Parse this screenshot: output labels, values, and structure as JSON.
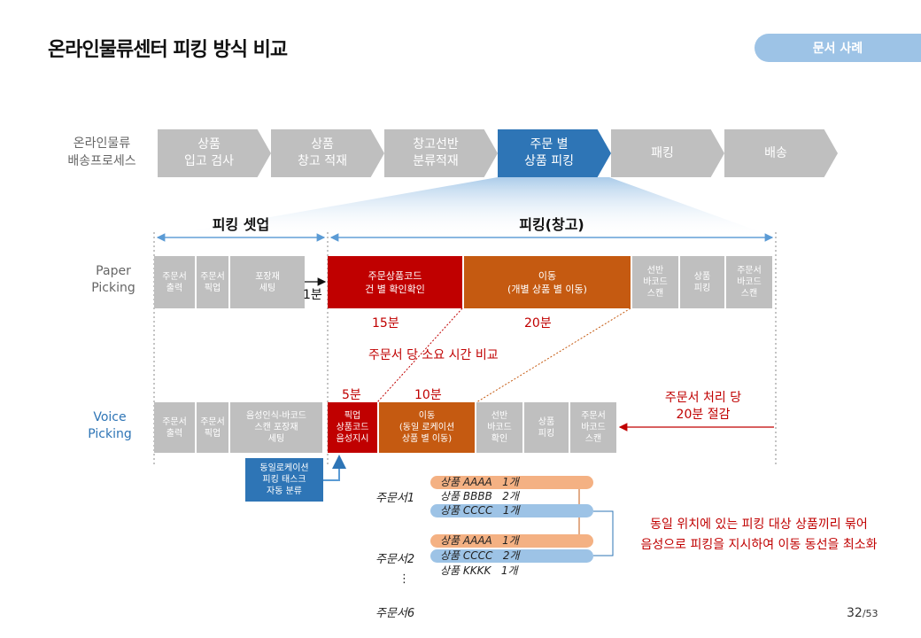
{
  "title": "온라인물류센터 피킹 방식 비교",
  "badge": "문서 사례",
  "process": {
    "label": "온라인물류\n배송프로세스",
    "steps": [
      {
        "label": "상품\n입고 검사"
      },
      {
        "label": "상품\n창고 적재"
      },
      {
        "label": "창고선반\n분류적재"
      },
      {
        "label": "주문 별\n상품 피킹"
      },
      {
        "label": "패킹"
      },
      {
        "label": "배송"
      }
    ]
  },
  "sections": {
    "setup": "피킹 셋업",
    "picking": "피킹(창고)"
  },
  "paper": {
    "label": "Paper\nPicking",
    "boxes": [
      "주문서\n출력",
      "주문서\n픽업",
      "포장재\n세팅",
      "주문상품코드\n건 별 확인확인",
      "이동\n(개별 상품 별 이동)",
      "선반\n바코드\n스캔",
      "상품\n피킹",
      "주문서\n바코드\n스캔"
    ],
    "gap_label": "1분",
    "time1": "15분",
    "time2": "20분"
  },
  "compare_label": "주문서 당 소요 시간 비교",
  "voice": {
    "label": "Voice\nPicking",
    "boxes": [
      "주문서\n출력",
      "주문서\n픽업",
      "음성인식-바코드\n스캔 포장재\n세팅",
      "픽업\n상품코드\n음성지시",
      "이동\n(동일 로케이션\n상품 별 이동)",
      "선반\n바코드\n확인",
      "상품\n피킹",
      "주문서\n바코드\n스캔"
    ],
    "time1": "5분",
    "time2": "10분",
    "saving": "주문서 처리 당\n20분 절감",
    "sort_box": "동일로케이션\n피킹 태스크\n자동 분류"
  },
  "orders": [
    {
      "name": "주문서1",
      "items": [
        {
          "text": "상품 AAAA   1개",
          "color": "#f4b183"
        },
        {
          "text": "상품 BBBB   2개",
          "color": ""
        },
        {
          "text": "상품 CCCC   1개",
          "color": "#9dc3e6"
        }
      ]
    },
    {
      "name": "주문서2",
      "items": [
        {
          "text": "상품 AAAA   1개",
          "color": "#f4b183"
        },
        {
          "text": "상품 CCCC   2개",
          "color": "#9dc3e6"
        },
        {
          "text": "상품 KKKK   1개",
          "color": ""
        }
      ]
    },
    {
      "name": "주문서6",
      "items": []
    }
  ],
  "ellipsis": "⋮",
  "note": "동일 위치에 있는 피킹 대상 상품끼리 묶어\n음성으로 피킹을 지시하여 이동 동선을 최소화",
  "page": {
    "current": "32",
    "total": "/53"
  },
  "colors": {
    "accent": "#2e75b6",
    "red": "#c00000",
    "orange": "#c55a11",
    "gray": "#bfbfbf",
    "pill_orange": "#f4b183",
    "pill_blue": "#9dc3e6"
  }
}
